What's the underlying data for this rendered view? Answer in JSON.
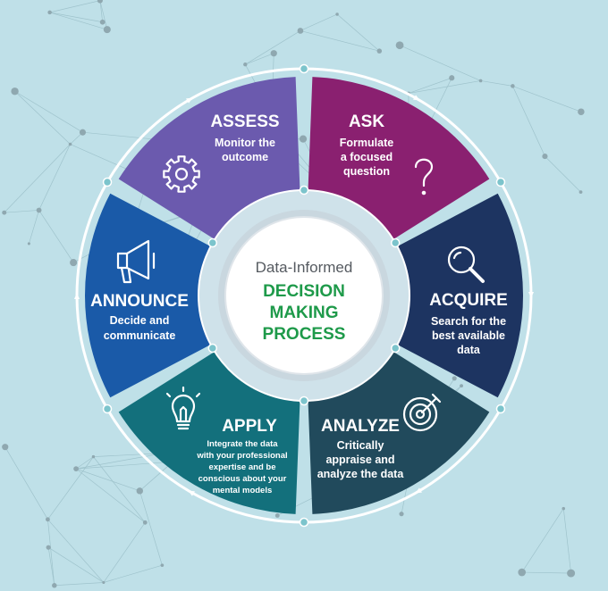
{
  "center": {
    "subtitle": "Data-Informed",
    "lines": [
      "DECISION",
      "MAKING",
      "PROCESS"
    ]
  },
  "steps": [
    {
      "title": "ASK",
      "lines": [
        "Formulate",
        "a focused",
        "question"
      ],
      "icon": "question-mark-icon",
      "color": "#8a2070"
    },
    {
      "title": "ACQUIRE",
      "lines": [
        "Search for the",
        "best available",
        "data"
      ],
      "icon": "magnifier-icon",
      "color": "#1d3461"
    },
    {
      "title": "ANALYZE",
      "lines": [
        "Critically",
        "appraise and",
        "analyze the data"
      ],
      "icon": "target-icon",
      "color": "#214a5c"
    },
    {
      "title": "APPLY",
      "lines": [
        "Integrate the data",
        "with your professional",
        "expertise and be",
        "conscious about your",
        "mental models"
      ],
      "icon": "lightbulb-icon",
      "color": "#13707c"
    },
    {
      "title": "ANNOUNCE",
      "lines": [
        "Decide and",
        "communicate"
      ],
      "icon": "megaphone-icon",
      "color": "#1a5aa8"
    },
    {
      "title": "ASSESS",
      "lines": [
        "Monitor the",
        "outcome"
      ],
      "icon": "gear-icon",
      "color": "#6b5aae"
    }
  ],
  "colors": {
    "background": "#bfe0e8",
    "ring": "#d6e8ee",
    "node": "#7cc4cc",
    "center_fill": "#ffffff",
    "center_green": "#1e9a4a"
  }
}
